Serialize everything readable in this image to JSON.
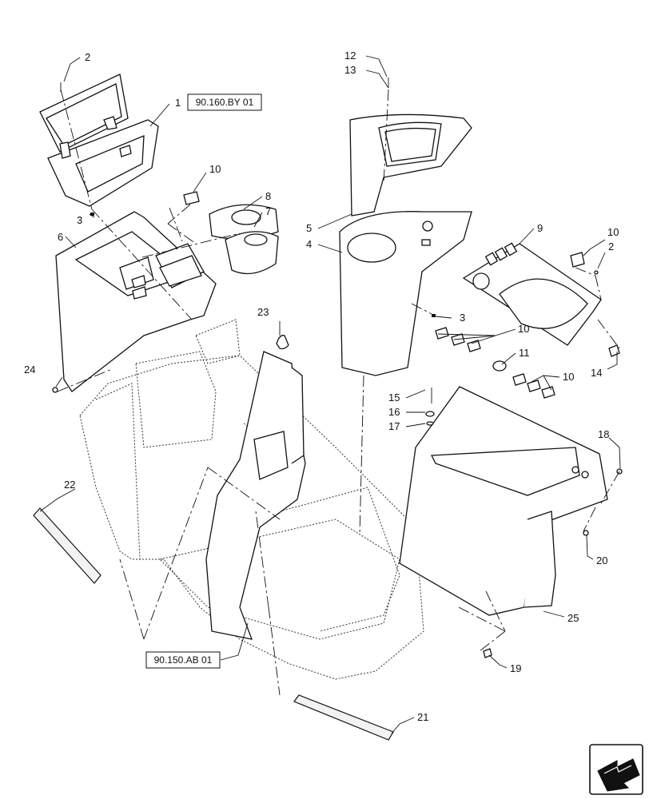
{
  "diagram": {
    "reference_boxes": [
      {
        "id": "ref-top",
        "text": "90.160.BY 01"
      },
      {
        "id": "ref-bottom",
        "text": "90.150.AB 01"
      }
    ],
    "callouts": [
      {
        "id": "c1",
        "text": "1"
      },
      {
        "id": "c2a",
        "text": "2"
      },
      {
        "id": "c2b",
        "text": "2"
      },
      {
        "id": "c3a",
        "text": "3"
      },
      {
        "id": "c3b",
        "text": "3"
      },
      {
        "id": "c4",
        "text": "4"
      },
      {
        "id": "c5",
        "text": "5"
      },
      {
        "id": "c6",
        "text": "6"
      },
      {
        "id": "c7",
        "text": "7"
      },
      {
        "id": "c8",
        "text": "8"
      },
      {
        "id": "c9",
        "text": "9"
      },
      {
        "id": "c10a",
        "text": "10"
      },
      {
        "id": "c10b",
        "text": "10"
      },
      {
        "id": "c10c",
        "text": "10"
      },
      {
        "id": "c10d",
        "text": "10"
      },
      {
        "id": "c11",
        "text": "11"
      },
      {
        "id": "c12",
        "text": "12"
      },
      {
        "id": "c13",
        "text": "13"
      },
      {
        "id": "c14",
        "text": "14"
      },
      {
        "id": "c15",
        "text": "15"
      },
      {
        "id": "c16",
        "text": "16"
      },
      {
        "id": "c17",
        "text": "17"
      },
      {
        "id": "c18",
        "text": "18"
      },
      {
        "id": "c19",
        "text": "19"
      },
      {
        "id": "c20",
        "text": "20"
      },
      {
        "id": "c21",
        "text": "21"
      },
      {
        "id": "c22",
        "text": "22"
      },
      {
        "id": "c23",
        "text": "23"
      },
      {
        "id": "c24",
        "text": "24"
      },
      {
        "id": "c25",
        "text": "25"
      }
    ],
    "icons": [
      "navigation-arrow-icon"
    ]
  }
}
